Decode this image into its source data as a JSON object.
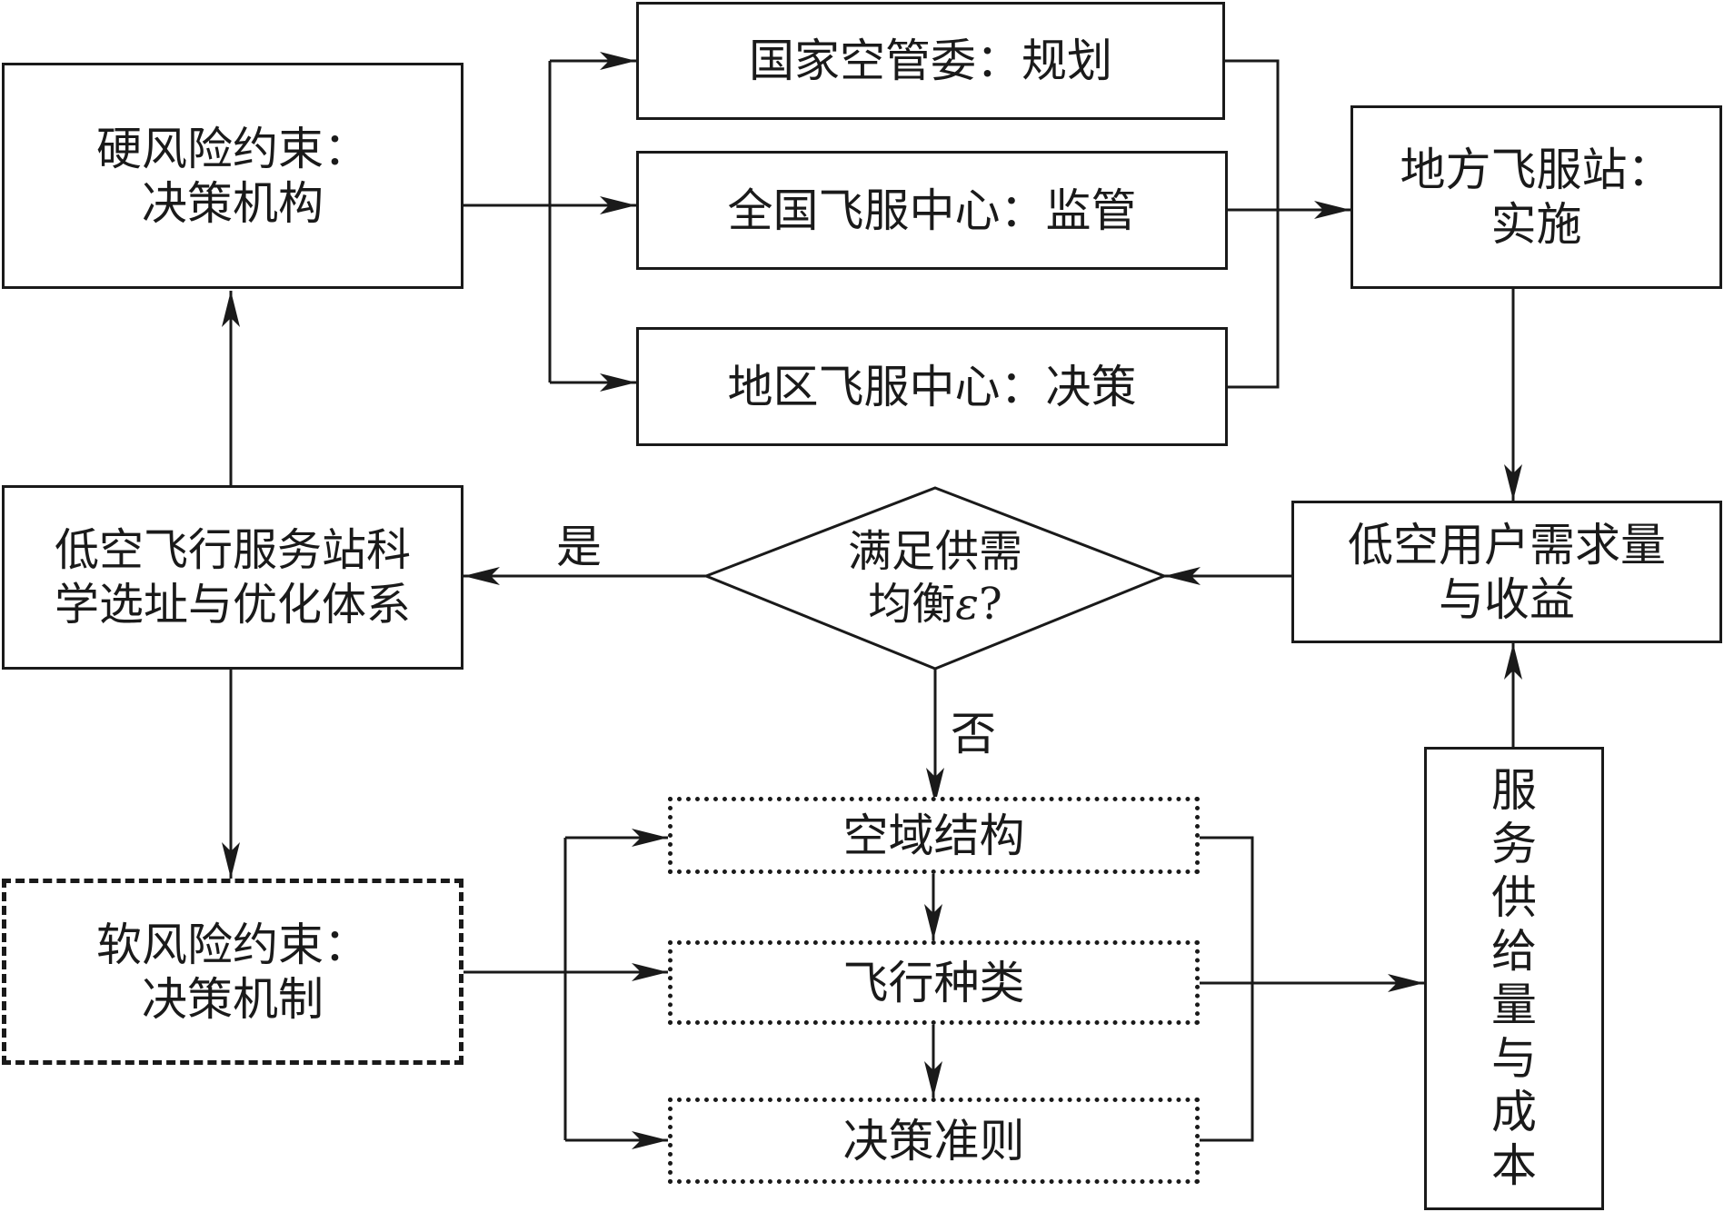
{
  "nodes": {
    "hard_risk": {
      "line1": "硬风险约束：",
      "line2": "决策机构"
    },
    "national_committee": {
      "text": "国家空管委：规划"
    },
    "national_center": {
      "text": "全国飞服中心：监管"
    },
    "regional_center": {
      "text": "地区飞服中心：决策"
    },
    "local_station": {
      "line1": "地方飞服站：",
      "line2": "实施"
    },
    "site_system": {
      "line1": "低空飞行服务站科",
      "line2": "学选址与优化体系"
    },
    "decision": {
      "line1": "满足供需",
      "line2_prefix": "均衡",
      "epsilon": "ε",
      "line2_suffix": "?"
    },
    "user_demand": {
      "line1": "低空用户需求量",
      "line2": "与收益"
    },
    "soft_risk": {
      "line1": "软风险约束：",
      "line2": "决策机制"
    },
    "airspace": {
      "text": "空域结构"
    },
    "flight_type": {
      "text": "飞行种类"
    },
    "criteria": {
      "text": "决策准则"
    },
    "supply_cost": {
      "text": "服务供给量与成本"
    }
  },
  "edge_labels": {
    "yes": "是",
    "no": "否"
  }
}
